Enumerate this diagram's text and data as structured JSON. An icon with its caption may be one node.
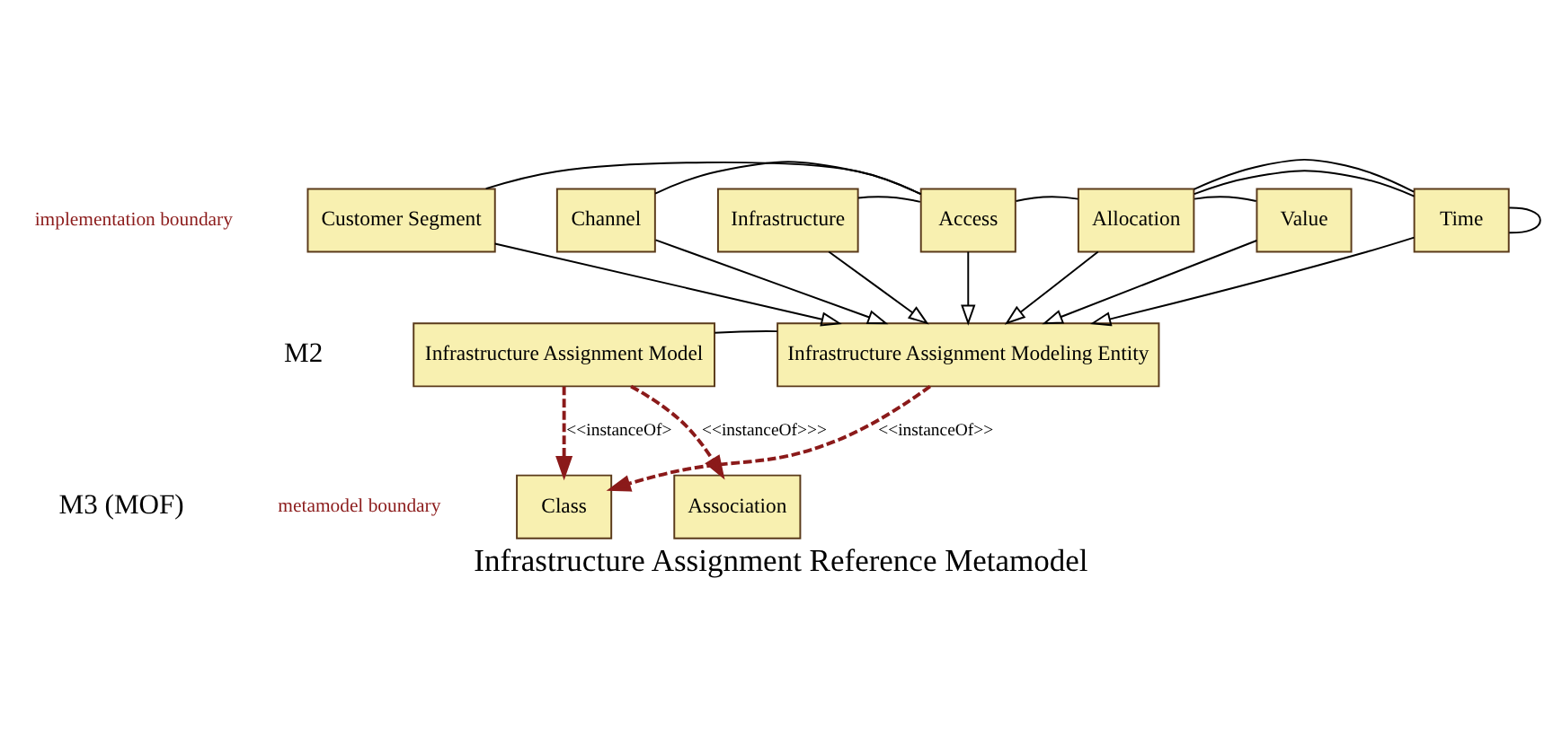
{
  "diagram": {
    "caption": "Infrastructure Assignment Reference Metamodel",
    "nodes": [
      {
        "text": [
          "Class"
        ]
      },
      {
        "text": [
          "Association"
        ]
      },
      {
        "text": [
          "Infrastructure Assignment Model"
        ]
      },
      {
        "text": [
          "Infrastructure Assignment Modeling Entity"
        ]
      },
      {
        "text": [
          "Customer Segment"
        ]
      },
      {
        "text": [
          "Channel"
        ]
      },
      {
        "text": [
          "Infrastructure"
        ]
      },
      {
        "text": [
          "Access"
        ]
      },
      {
        "text": [
          "Allocation"
        ]
      },
      {
        "text": [
          "Value"
        ]
      },
      {
        "text": [
          "Time"
        ]
      }
    ],
    "edges": [
      {
        "from": 2,
        "to": 0,
        "arrow": "to",
        "label": "<<instanceOf>",
        "style": "dashed",
        "color": "#8b1a1a"
      },
      {
        "from": 3,
        "to": 0,
        "arrow": "to",
        "label": "<<instanceOf>>",
        "style": "dashed",
        "color": "#8b1a1a"
      },
      {
        "from": 2,
        "to": 1,
        "arrow": "to",
        "label": "<<instanceOf>>>",
        "style": "dashed",
        "color": "#8b1a1a"
      },
      {
        "from": 2,
        "to": 3,
        "arrow": "none"
      },
      {
        "from": 4,
        "to": 3,
        "arrow": "to"
      },
      {
        "from": 5,
        "to": 3,
        "arrow": "to"
      },
      {
        "from": 6,
        "to": 3,
        "arrow": "to"
      },
      {
        "from": 7,
        "to": 3,
        "arrow": "to"
      },
      {
        "from": 8,
        "to": 3,
        "arrow": "to"
      },
      {
        "from": 9,
        "to": 3,
        "arrow": "to"
      },
      {
        "from": 10,
        "to": 3,
        "arrow": "to"
      },
      {
        "from": 6,
        "to": 7,
        "arrow": "none"
      },
      {
        "from": 5,
        "to": 7,
        "arrow": "none"
      },
      {
        "from": 4,
        "to": 7,
        "arrow": "none"
      },
      {
        "from": 7,
        "to": 8,
        "arrow": "none"
      },
      {
        "from": 8,
        "to": 9,
        "arrow": "none"
      },
      {
        "from": 8,
        "to": 10,
        "arrow": "none"
      },
      {
        "from": 8,
        "to": 10,
        "arrow": "none"
      },
      {
        "from": 10,
        "to": 10,
        "arrow": "none"
      }
    ],
    "labels": [
      "M3 (MOF)",
      "metamodel boundary",
      "M2",
      "implementation boundary"
    ]
  }
}
